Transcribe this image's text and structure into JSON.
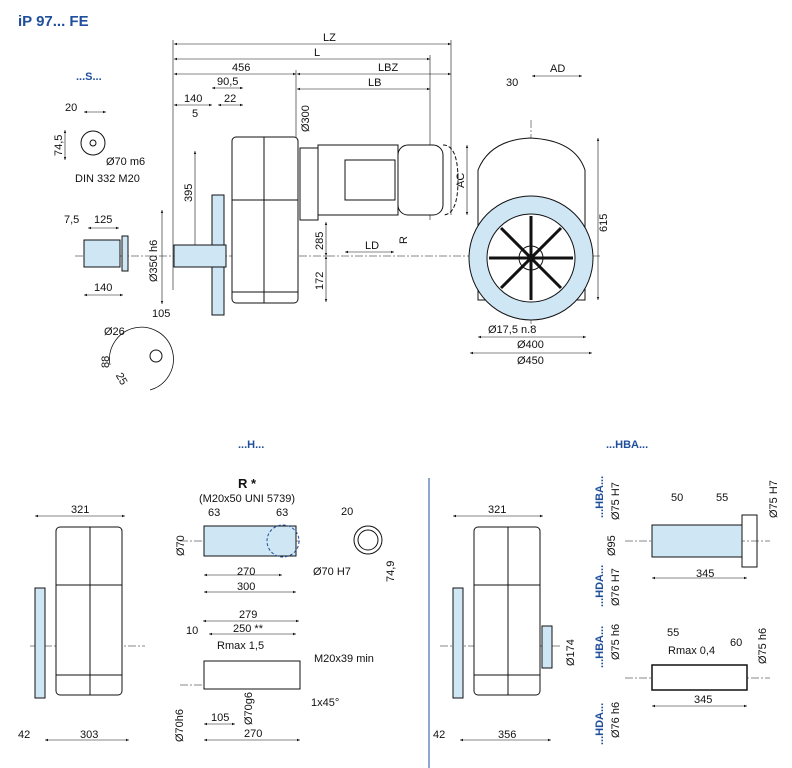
{
  "title": "iP 97... FE",
  "sections": {
    "s": "...S...",
    "h": "...H...",
    "hba": "...HBA..."
  },
  "main_view": {
    "lz": "LZ",
    "l": "L",
    "d456": "456",
    "lbz": "LBZ",
    "d90_5": "90,5",
    "lb": "LB",
    "d140": "140",
    "d22": "22",
    "d5": "5",
    "d300": "Ø300",
    "d395": "395",
    "d350": "Ø350 h6",
    "d285": "285",
    "d172": "172",
    "ld": "LD",
    "r": "R",
    "ac": "AC"
  },
  "s_view": {
    "d20": "20",
    "d74_5": "74,5",
    "d70m6": "Ø70 m6",
    "din": "DIN 332 M20",
    "d7_5": "7,5",
    "d125": "125",
    "d140": "140",
    "d105": "105",
    "d26": "Ø26",
    "d88": "88",
    "d25": "25"
  },
  "end_view": {
    "ad": "AD",
    "d30": "30",
    "d615": "615",
    "d17_5": "Ø17,5 n.8",
    "d400": "Ø400",
    "d450": "Ø450"
  },
  "h_view": {
    "d321": "321",
    "d42": "42",
    "d303": "303"
  },
  "h_detail": {
    "r": "R *",
    "thread": "(M20x50 UNI 5739)",
    "d63a": "63",
    "d63b": "63",
    "d70": "Ø70",
    "d270": "270",
    "d300": "300",
    "d20": "20",
    "d70h7": "Ø70 H7",
    "d74_9": "74,9",
    "d279": "279",
    "d10": "10",
    "d250": "250 **",
    "rmax": "Rmax 1,5",
    "m20": "M20x39 min",
    "chamfer": "1x45°",
    "d70h6": "Ø70h6",
    "d105": "105",
    "d70g6": "Ø70g6",
    "d270b": "270"
  },
  "hba_view": {
    "d321": "321",
    "d42": "42",
    "d356": "356",
    "d174": "Ø174"
  },
  "hba_detail": {
    "hba1": "...HBA...",
    "d75h7a": "Ø75 H7",
    "hda1": "...HDA...",
    "d76h7": "Ø76 H7",
    "d95": "Ø95",
    "d50": "50",
    "d55": "55",
    "d75h7b": "Ø75 H7",
    "d345": "345",
    "hba2": "...HBA...",
    "d75h6a": "Ø75 h6",
    "hda2": "...HDA...",
    "d76h6": "Ø76 h6",
    "d55b": "55",
    "rmax": "Rmax 0,4",
    "d60": "60",
    "d75h6b": "Ø75 h6",
    "d345b": "345"
  },
  "colors": {
    "accent": "#1f4e9c",
    "fill": "#cfe6f5"
  }
}
